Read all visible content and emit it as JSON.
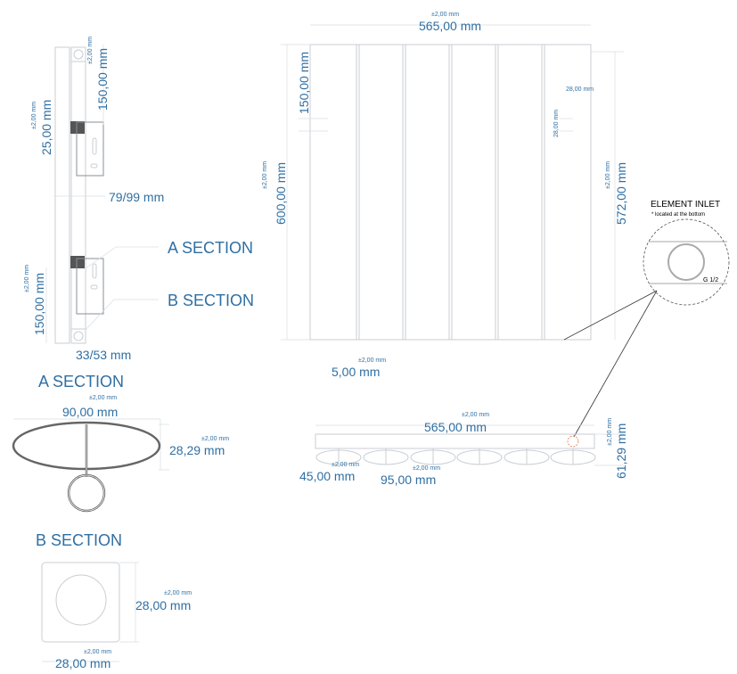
{
  "front_view": {
    "tolerance_top": "±2,00 mm",
    "width": "565,00 mm",
    "top_offset": "150,00 mm",
    "tolerance_left": "±2,00 mm",
    "height": "600,00 mm",
    "tolerance_right": "±2,00 mm",
    "axis_height": "572,00 mm",
    "hole_h": "28,00 mm",
    "hole_v": "28,00 mm",
    "gap": "5,00 mm",
    "tolerance_gap": "±2,00 mm"
  },
  "side_view": {
    "tolerance_top": "±2,00 mm",
    "top_bracket": "150,00 mm",
    "tolerance_block": "±2,00 mm",
    "block": "25,00 mm",
    "depth": "79/99 mm",
    "a_label": "A SECTION",
    "b_label": "B SECTION",
    "tolerance_bottom": "±2,00 mm",
    "bottom_bracket": "150,00 mm",
    "bottom_depth": "33/53 mm"
  },
  "a_section": {
    "title": "A SECTION",
    "tolerance_w": "±2,00 mm",
    "width": "90,00 mm",
    "tolerance_h": "±2,00 mm",
    "height": "28,29 mm"
  },
  "b_section": {
    "title": "B SECTION",
    "tolerance_h": "±2,00 mm",
    "height": "28,00 mm",
    "tolerance_w": "±2,00 mm",
    "width": "28,00 mm"
  },
  "inlet": {
    "title": "ELEMENT INLET",
    "note": "* located at the bottom",
    "thread": "G 1/2"
  },
  "bottom_view": {
    "tolerance_w": "±2,00 mm",
    "width": "565,00 mm",
    "tolerance_d": "±2,00 mm",
    "depth": "61,29 mm",
    "tolerance_c1": "±2,00 mm",
    "column_width": "45,00 mm",
    "tolerance_c2": "±2,00 mm",
    "pitch": "95,00 mm"
  },
  "colors": {
    "dimension": "#2f6fa3",
    "inlet_marker": "#e0744a"
  }
}
